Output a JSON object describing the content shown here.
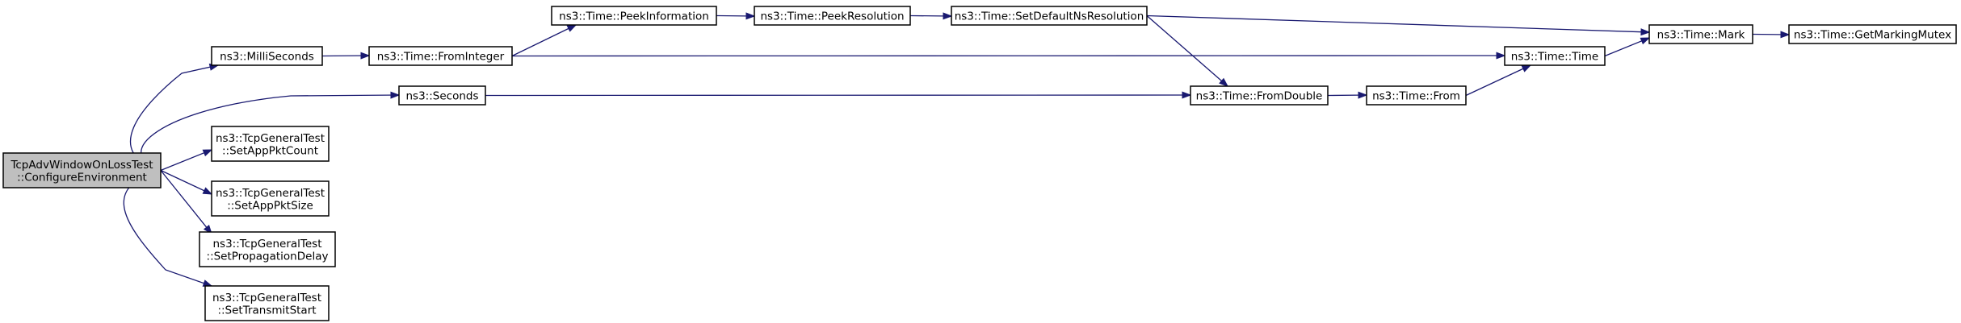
{
  "diagram": {
    "type": "call-graph",
    "colors": {
      "edge": "#191970",
      "root_fill": "#bfbfbf",
      "node_fill": "#ffffff",
      "border": "#000000"
    },
    "nodes": [
      {
        "id": "root",
        "lines": [
          "TcpAdvWindowOnLossTest",
          "::ConfigureEnvironment"
        ],
        "root": true
      },
      {
        "id": "milli",
        "lines": [
          "ns3::MilliSeconds"
        ]
      },
      {
        "id": "seconds",
        "lines": [
          "ns3::Seconds"
        ]
      },
      {
        "id": "pktcount",
        "lines": [
          "ns3::TcpGeneralTest",
          "::SetAppPktCount"
        ]
      },
      {
        "id": "pktsize",
        "lines": [
          "ns3::TcpGeneralTest",
          "::SetAppPktSize"
        ]
      },
      {
        "id": "propdelay",
        "lines": [
          "ns3::TcpGeneralTest",
          "::SetPropagationDelay"
        ]
      },
      {
        "id": "txstart",
        "lines": [
          "ns3::TcpGeneralTest",
          "::SetTransmitStart"
        ]
      },
      {
        "id": "fromint",
        "lines": [
          "ns3::Time::FromInteger"
        ]
      },
      {
        "id": "peekinfo",
        "lines": [
          "ns3::Time::PeekInformation"
        ]
      },
      {
        "id": "peekres",
        "lines": [
          "ns3::Time::PeekResolution"
        ]
      },
      {
        "id": "setdef",
        "lines": [
          "ns3::Time::SetDefaultNsResolution"
        ]
      },
      {
        "id": "fromdbl",
        "lines": [
          "ns3::Time::FromDouble"
        ]
      },
      {
        "id": "from",
        "lines": [
          "ns3::Time::From"
        ]
      },
      {
        "id": "time",
        "lines": [
          "ns3::Time::Time"
        ]
      },
      {
        "id": "mark",
        "lines": [
          "ns3::Time::Mark"
        ]
      },
      {
        "id": "mutex",
        "lines": [
          "ns3::Time::GetMarkingMutex"
        ]
      }
    ],
    "edges": [
      [
        "root",
        "milli"
      ],
      [
        "root",
        "seconds"
      ],
      [
        "root",
        "pktcount"
      ],
      [
        "root",
        "pktsize"
      ],
      [
        "root",
        "propdelay"
      ],
      [
        "root",
        "txstart"
      ],
      [
        "milli",
        "fromint"
      ],
      [
        "fromint",
        "peekinfo"
      ],
      [
        "fromint",
        "time"
      ],
      [
        "peekinfo",
        "peekres"
      ],
      [
        "peekres",
        "setdef"
      ],
      [
        "setdef",
        "fromdbl"
      ],
      [
        "setdef",
        "mark"
      ],
      [
        "seconds",
        "fromdbl"
      ],
      [
        "fromdbl",
        "from"
      ],
      [
        "from",
        "time"
      ],
      [
        "time",
        "mark"
      ],
      [
        "mark",
        "mutex"
      ]
    ]
  }
}
